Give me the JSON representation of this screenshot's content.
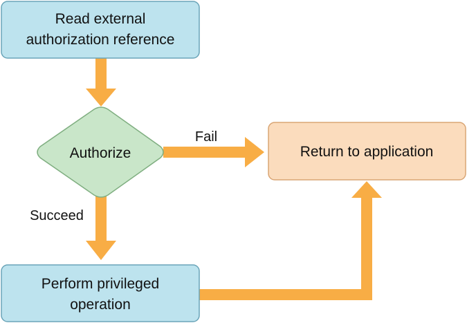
{
  "nodes": {
    "read_reference": {
      "line1": "Read external",
      "line2": "authorization reference"
    },
    "authorize": {
      "label": "Authorize"
    },
    "return_to_app": {
      "label": "Return to application"
    },
    "perform_operation": {
      "line1": "Perform privileged",
      "line2": "operation"
    }
  },
  "edges": {
    "fail_label": "Fail",
    "succeed_label": "Succeed"
  },
  "colors": {
    "process_fill": "#bde3ee",
    "process_stroke": "#6aa4b8",
    "decision_fill": "#c9e6c9",
    "decision_stroke": "#7fae80",
    "terminal_fill": "#fbdcbd",
    "terminal_stroke": "#d9a574",
    "arrow": "#f8ad45"
  }
}
